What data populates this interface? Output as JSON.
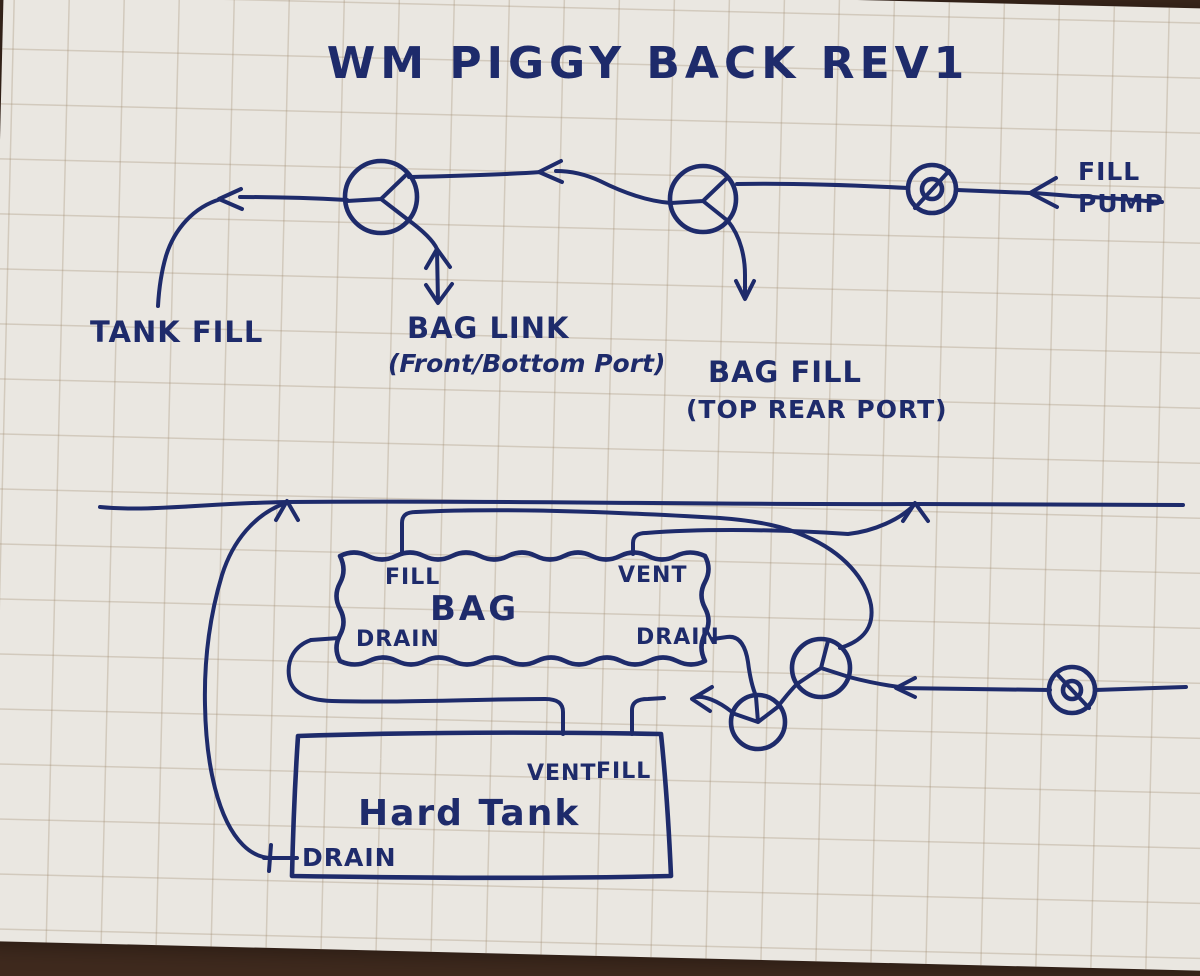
{
  "title": "WM PIGGY BACK REV1",
  "colors": {
    "ink": "#1e2b6b",
    "paper": "#eae7e1",
    "grid_line": "#9c866a",
    "table": "#3f2a1e"
  },
  "top_section": {
    "fill_pump_label_line1": "FILL",
    "fill_pump_label_line2": "PUMP",
    "tank_fill_label": "TANK FILL",
    "bag_link_label": "BAG LINK",
    "bag_link_sublabel": "(Front/Bottom Port)",
    "bag_fill_label": "BAG FILL",
    "bag_fill_sublabel": "(TOP REAR PORT)"
  },
  "bag": {
    "name": "BAG",
    "fill_port": "FILL",
    "vent_port": "VENT",
    "drain_left_port": "DRAIN",
    "drain_right_port": "DRAIN"
  },
  "tank": {
    "name": "Hard Tank",
    "vent_port": "VENT",
    "fill_port": "FILL",
    "drain_port": "DRAIN"
  }
}
